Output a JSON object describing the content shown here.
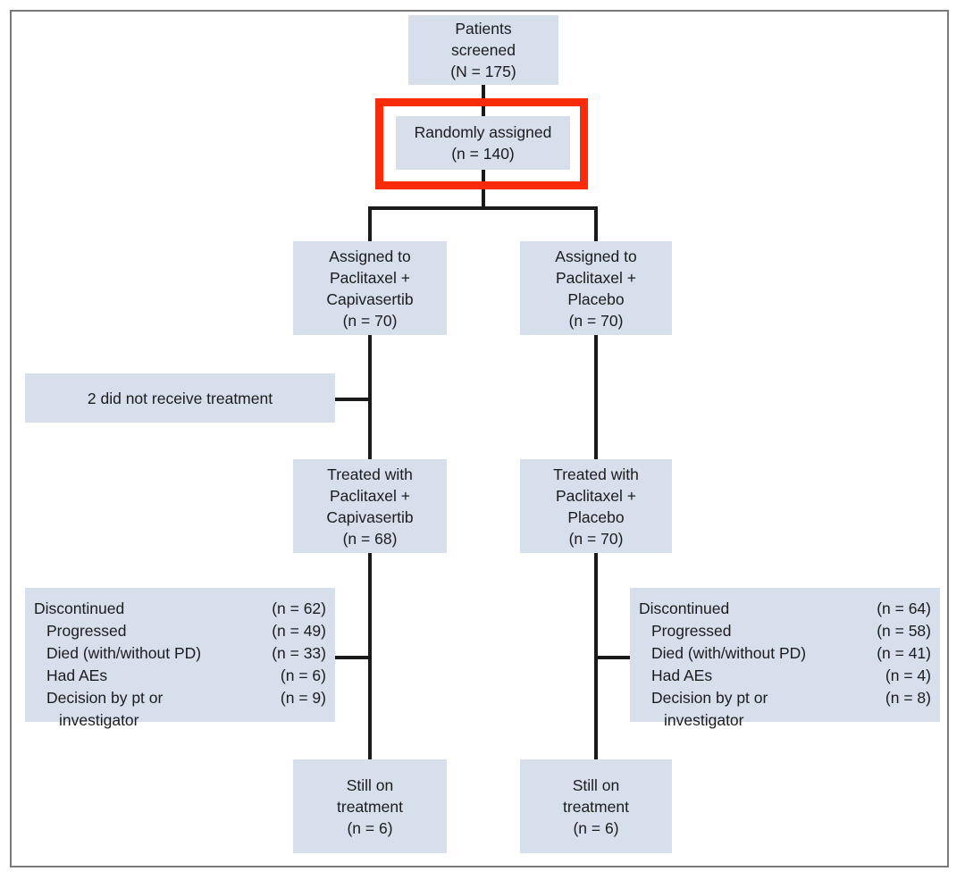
{
  "figure": {
    "type": "consort-flow-diagram",
    "colors": {
      "box_fill": "#d6dfeb",
      "connector": "#1a1a1a",
      "highlight": "#f92b0b",
      "frame": "#7a7a7a",
      "text": "#1c1c1c"
    }
  },
  "nodes": {
    "screened": {
      "line1": "Patients",
      "line2": "screened",
      "line3": "(N = 175)"
    },
    "randomized": {
      "line1": "Randomly assigned",
      "line2": "(n = 140)"
    },
    "assigned_left": {
      "line1": "Assigned to",
      "line2": "Paclitaxel +",
      "line3": "Capivasertib",
      "line4": "(n = 70)"
    },
    "assigned_right": {
      "line1": "Assigned to",
      "line2": "Paclitaxel +",
      "line3": "Placebo",
      "line4": "(n = 70)"
    },
    "not_treated": {
      "line1": "2 did not receive treatment"
    },
    "treated_left": {
      "line1": "Treated with",
      "line2": "Paclitaxel +",
      "line3": "Capivasertib",
      "line4": "(n = 68)"
    },
    "treated_right": {
      "line1": "Treated with",
      "line2": "Paclitaxel +",
      "line3": "Placebo",
      "line4": "(n = 70)"
    },
    "still_left": {
      "line1": "Still on",
      "line2": "treatment",
      "line3": "(n = 6)"
    },
    "still_right": {
      "line1": "Still on",
      "line2": "treatment",
      "line3": "(n = 6)"
    }
  },
  "discontinued_left": {
    "rows": [
      {
        "label": "Discontinued",
        "value": "(n = 62)"
      },
      {
        "label": "Progressed",
        "value": "(n = 49)"
      },
      {
        "label": "Died (with/without PD)",
        "value": "(n = 33)"
      },
      {
        "label": "Had AEs",
        "value": "(n = 6)"
      },
      {
        "label": "Decision by pt or",
        "value": "(n = 9)"
      },
      {
        "label": "investigator",
        "value": ""
      }
    ]
  },
  "discontinued_right": {
    "rows": [
      {
        "label": "Discontinued",
        "value": "(n = 64)"
      },
      {
        "label": "Progressed",
        "value": "(n = 58)"
      },
      {
        "label": "Died (with/without PD)",
        "value": "(n = 41)"
      },
      {
        "label": "Had AEs",
        "value": "(n = 4)"
      },
      {
        "label": "Decision by pt or",
        "value": "(n = 8)"
      },
      {
        "label": "investigator",
        "value": ""
      }
    ]
  },
  "highlight": {
    "target": "randomized",
    "color": "#f92b0b"
  }
}
